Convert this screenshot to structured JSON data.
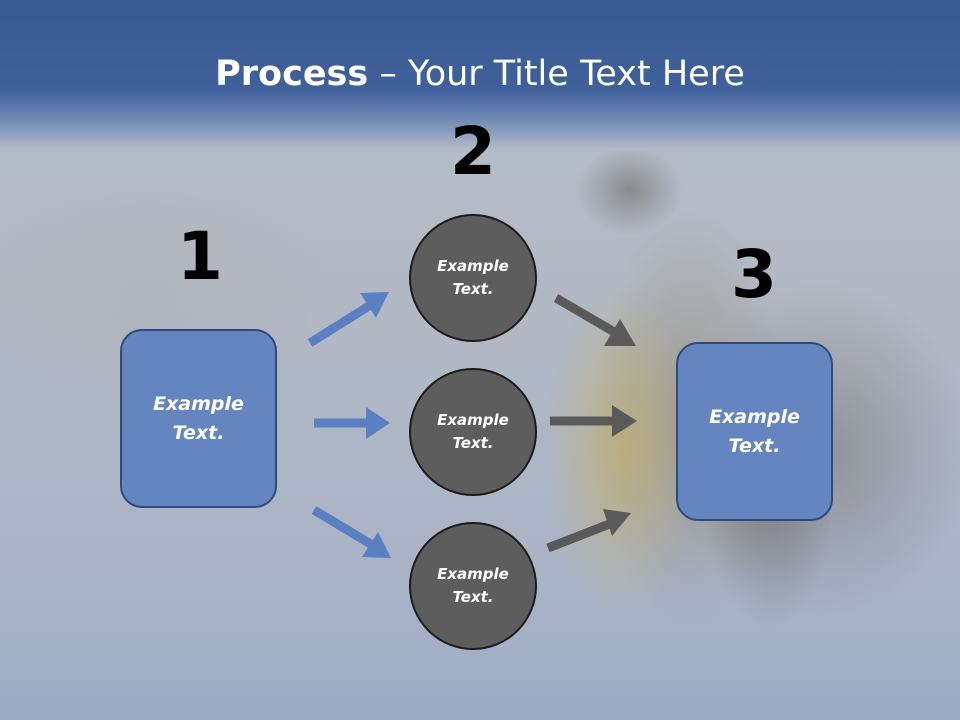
{
  "slide": {
    "title_bold": "Process",
    "title_rest": " – Your Title Text Here"
  },
  "steps": [
    {
      "number": "1",
      "label": "Example Text."
    },
    {
      "number": "2",
      "labels": [
        "Example Text.",
        "Example Text.",
        "Example Text."
      ]
    },
    {
      "number": "3",
      "label": "Example Text."
    }
  ],
  "colors": {
    "header": "#3f609a",
    "box_fill": "#6585c1",
    "circle_fill": "#5d5d5d",
    "arrow_blue": "#5b7fc3",
    "arrow_gray": "#5a5a5a"
  }
}
